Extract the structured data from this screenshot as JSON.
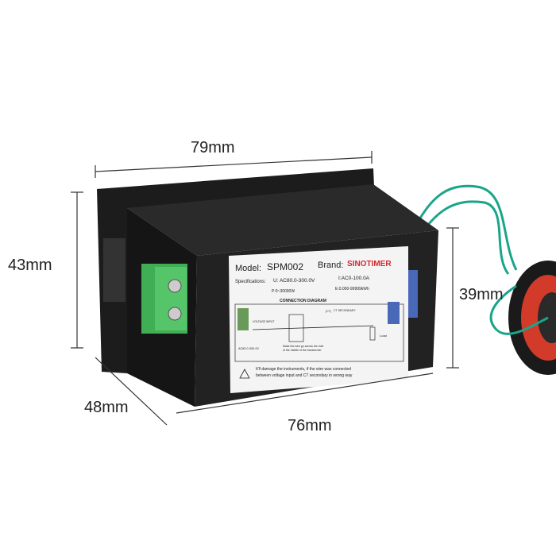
{
  "dimensions": {
    "width_top": "79mm",
    "height_front": "43mm",
    "height_body": "39mm",
    "depth": "48mm",
    "width_bottom": "76mm"
  },
  "label": {
    "model_prefix": "Model:",
    "model": "SPM002",
    "brand_prefix": "Brand:",
    "brand": "SINOTIMER",
    "spec_prefix": "Specifications:",
    "voltage": "U: AC80.0-300.0V",
    "current": "I:AC0-100.0A",
    "power": "P:0~30000W",
    "energy": "E:0.000-99999kWh",
    "diagram_title": "CONNECTION DIAGRAM",
    "voltage_input": "VOLTAGE INPUT",
    "ct": "(CT)",
    "ct_secondary": "CT SECONDARY",
    "voltage_range": "AC80.0-300.0V",
    "wire_note_1": "Make the wire go across the hole",
    "wire_note_2": "of the middle of the transformer",
    "load": "Load",
    "warning_1": "It'll damage the instruments, if the wire was connected",
    "warning_2": "between voltage input and CT secondary in wrong way"
  },
  "colors": {
    "brand_red": "#d8262e",
    "terminal_green": "#3fae55",
    "terminal_blue": "#4a68b8",
    "wire_teal": "#1aa58a",
    "coil_red": "#d23b2a"
  }
}
